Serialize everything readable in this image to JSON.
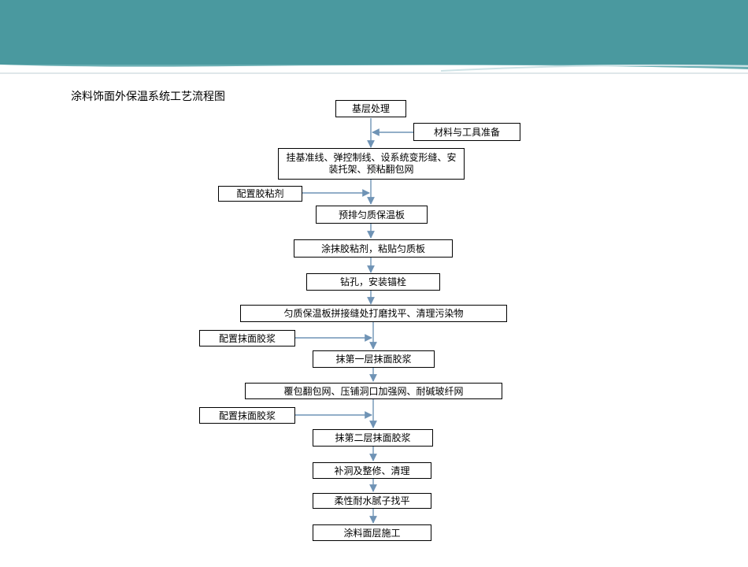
{
  "header": {
    "title": "涂料饰面外保温系统工艺流程图"
  },
  "flow": {
    "steps": [
      "基层处理",
      "挂基准线、弹控制线、设系统变形缝、安装托架、预粘翻包网",
      "预排匀质保温板",
      "涂抹胶粘剂，粘贴匀质板",
      "钻孔，安装锚栓",
      "匀质保温板拼接缝处打磨找平、清理污染物",
      "抹第一层抹面胶浆",
      "覆包翻包网、压铺洞口加强网、耐碱玻纤网",
      "抹第二层抹面胶浆",
      "补洞及整修、清理",
      "柔性耐水腻子找平",
      "涂料面层施工"
    ],
    "inputs": [
      "材料与工具准备",
      "配置胶粘剂",
      "配置抹面胶浆",
      "配置抹面胶浆"
    ]
  },
  "colors": {
    "banner": "#4a999f",
    "arrow": "#6f93b5",
    "box_border": "#000000"
  }
}
